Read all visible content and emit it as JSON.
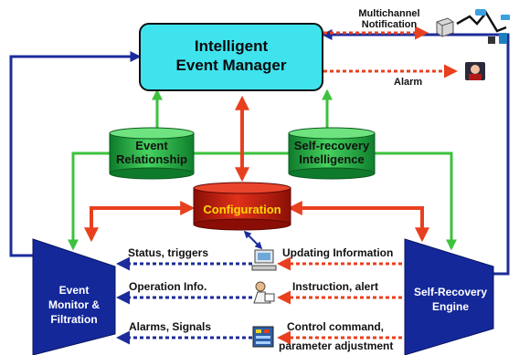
{
  "manager": {
    "line1": "Intelligent",
    "line2": "Event Manager"
  },
  "event_relationship": {
    "line1": "Event",
    "line2": "Relationship"
  },
  "self_recovery_intelligence": {
    "line1": "Self-recovery",
    "line2": "Intelligence"
  },
  "configuration": {
    "label": "Configuration"
  },
  "monitor": {
    "line1": "Event",
    "line2": "Monitor &",
    "line3": "Filtration"
  },
  "engine": {
    "line1": "Self-Recovery",
    "line2": "Engine"
  },
  "notifications": {
    "multichannel_line1": "Multichannel",
    "multichannel_line2": "Notification",
    "alarm": "Alarm"
  },
  "flows_left": {
    "status_triggers": "Status, triggers",
    "operation_info": "Operation Info.",
    "alarms_signals": "Alarms, Signals"
  },
  "flows_right": {
    "updating_information": "Updating Information",
    "instruction_alert": "Instruction, alert",
    "control_command_line1": "Control command,",
    "control_command_line2": "parameter adjustment"
  },
  "icons": [
    "phone-icon",
    "devices-icon",
    "alarm-person-icon",
    "computer-icon",
    "operator-icon",
    "control-panel-icon"
  ],
  "colors": {
    "manager_fill": "#3fe3ee",
    "green_cylinder": "#22b04a",
    "config_fill": "#c41a0b",
    "config_text": "#ffd700",
    "block_blue": "#14289a",
    "arrow_red": "#e8401f",
    "arrow_green": "#3cc23c",
    "arrow_navy": "#1c2c9a"
  }
}
